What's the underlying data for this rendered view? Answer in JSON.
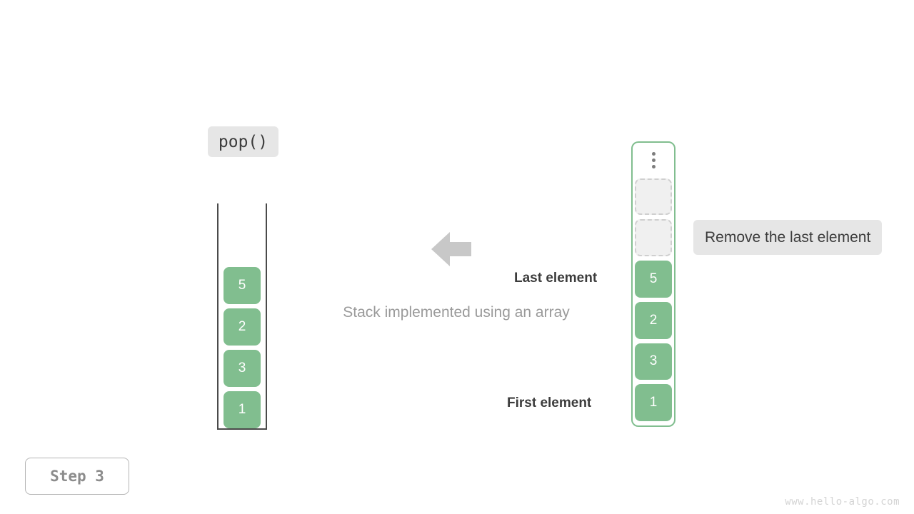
{
  "operation": {
    "label": "pop()"
  },
  "caption": {
    "text": "Stack implemented using an array"
  },
  "stack": {
    "name": "stack-container",
    "items": [
      {
        "value": "5"
      },
      {
        "value": "2"
      },
      {
        "value": "3"
      },
      {
        "value": "1"
      }
    ]
  },
  "array": {
    "name": "array-container",
    "ellipsis_icon": "vertical-ellipsis-icon",
    "slots": [
      {
        "value": "",
        "state": "empty"
      },
      {
        "value": "",
        "state": "empty"
      },
      {
        "value": "5",
        "state": "filled"
      },
      {
        "value": "2",
        "state": "filled"
      },
      {
        "value": "3",
        "state": "filled"
      },
      {
        "value": "1",
        "state": "filled"
      }
    ]
  },
  "annotations": {
    "last_element": "Last element",
    "first_element": "First element",
    "tooltip": "Remove the last element"
  },
  "arrow": {
    "icon": "arrow-left-icon",
    "direction": "left",
    "color": "#c8c8c8"
  },
  "step": {
    "label": "Step 3"
  },
  "watermark": {
    "text": "www.hello-algo.com"
  },
  "colors": {
    "element_fill": "#81be8f",
    "empty_slot_fill": "#f0f0f0",
    "empty_slot_border": "#cfcfcf",
    "array_border": "#81be8f",
    "chip_bg": "#e6e6e6",
    "text_dark": "#3c3c3c",
    "text_muted": "#9a9a9a",
    "watermark": "#d4d4d4"
  }
}
